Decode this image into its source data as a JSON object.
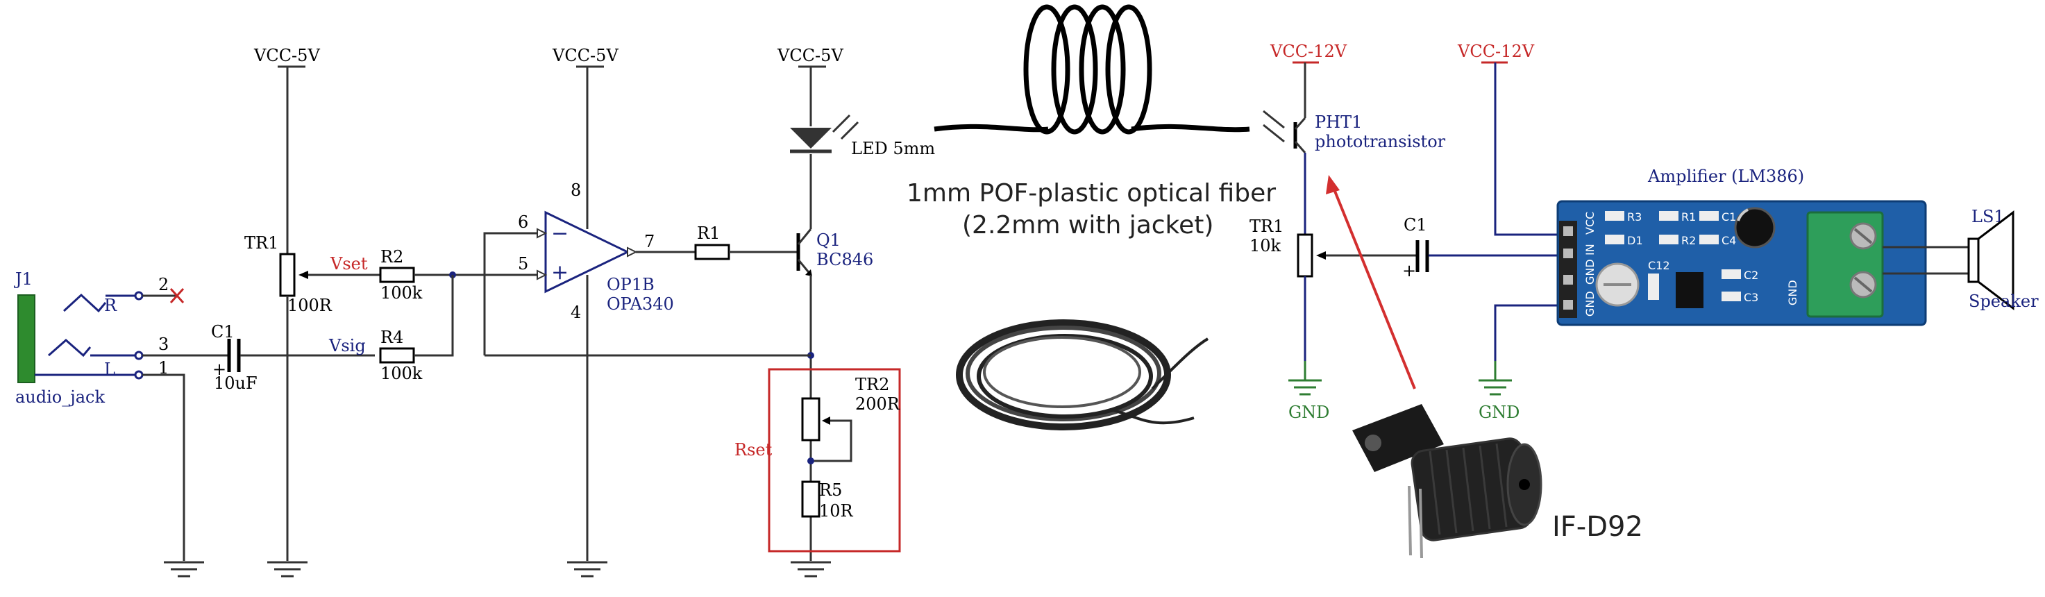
{
  "diagram": {
    "vcc5_1": "VCC-5V",
    "vcc5_2": "VCC-5V",
    "vcc5_3": "VCC-5V",
    "vcc12_1": "VCC-12V",
    "vcc12_2": "VCC-12V",
    "j1": "J1",
    "audio_jack": "audio_jack",
    "pin_r": "R",
    "pin_l": "L",
    "pin2": "2",
    "pin3": "3",
    "pin1": "1",
    "c1_left": "C1",
    "c1_left_val": "10uF",
    "plus_left": "+",
    "tr1_left": "TR1",
    "tr1_left_val": "100R",
    "vset": "Vset",
    "vsig": "Vsig",
    "r2": "R2",
    "r2_val": "100k",
    "r4": "R4",
    "r4_val": "100k",
    "opamp_pin6": "6",
    "opamp_pin5": "5",
    "opamp_pin7": "7",
    "opamp_pin8": "8",
    "opamp_pin4": "4",
    "opamp_minus": "−",
    "opamp_plus": "+",
    "opamp_name": "OP1B",
    "opamp_part": "OPA340",
    "r1": "R1",
    "q1": "Q1",
    "q1_part": "BC846",
    "led": "LED 5mm",
    "tr2": "TR2",
    "tr2_val": "200R",
    "r5": "R5",
    "r5_val": "10R",
    "rset": "Rset",
    "fiber_line1": "1mm POF-plastic optical fiber",
    "fiber_line2": "(2.2mm with jacket)",
    "pht1": "PHT1",
    "pht1_desc": "phototransistor",
    "tr1_right": "TR1",
    "tr1_right_val": "10k",
    "c1_right": "C1",
    "plus_right": "+",
    "gnd1": "GND",
    "gnd2": "GND",
    "amplifier": "Amplifier (LM386)",
    "ls1": "LS1",
    "speaker": "Speaker",
    "ifd92": "IF-D92",
    "board_pins": [
      "GND",
      "GND",
      "IN",
      "VCC"
    ],
    "board_labels": [
      "R3",
      "R1",
      "C1",
      "D1",
      "R2",
      "C4",
      "C12",
      "C2",
      "C3",
      "GND"
    ]
  },
  "colors": {
    "wire": "#333333",
    "blue": "#1a237e",
    "red": "#c62828",
    "green": "#2e7d32",
    "jack": "#2e8b2e",
    "board": "#1f5fa8",
    "terminal": "#2e9e5a"
  }
}
